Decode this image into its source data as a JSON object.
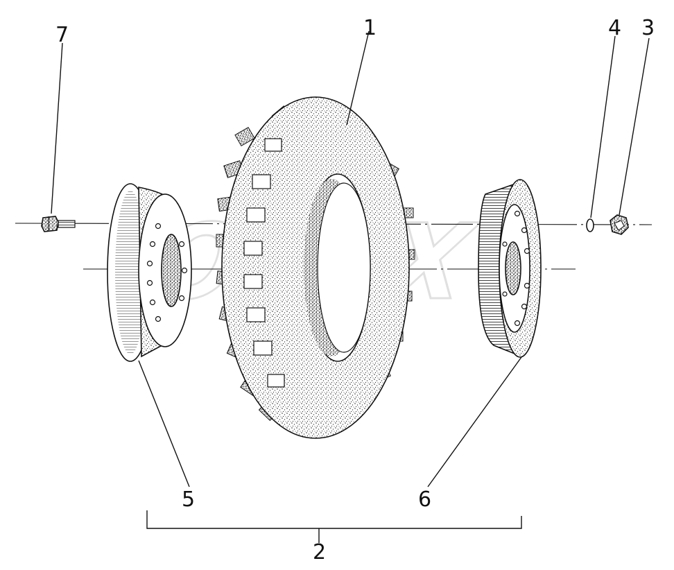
{
  "diagram": {
    "watermark_text": "OPEX",
    "callouts": {
      "tire": "1",
      "wheel_assembly": "2",
      "nut": "3",
      "washer": "4",
      "inner_rim_half": "5",
      "outer_rim_half": "6",
      "bolt": "7"
    }
  }
}
